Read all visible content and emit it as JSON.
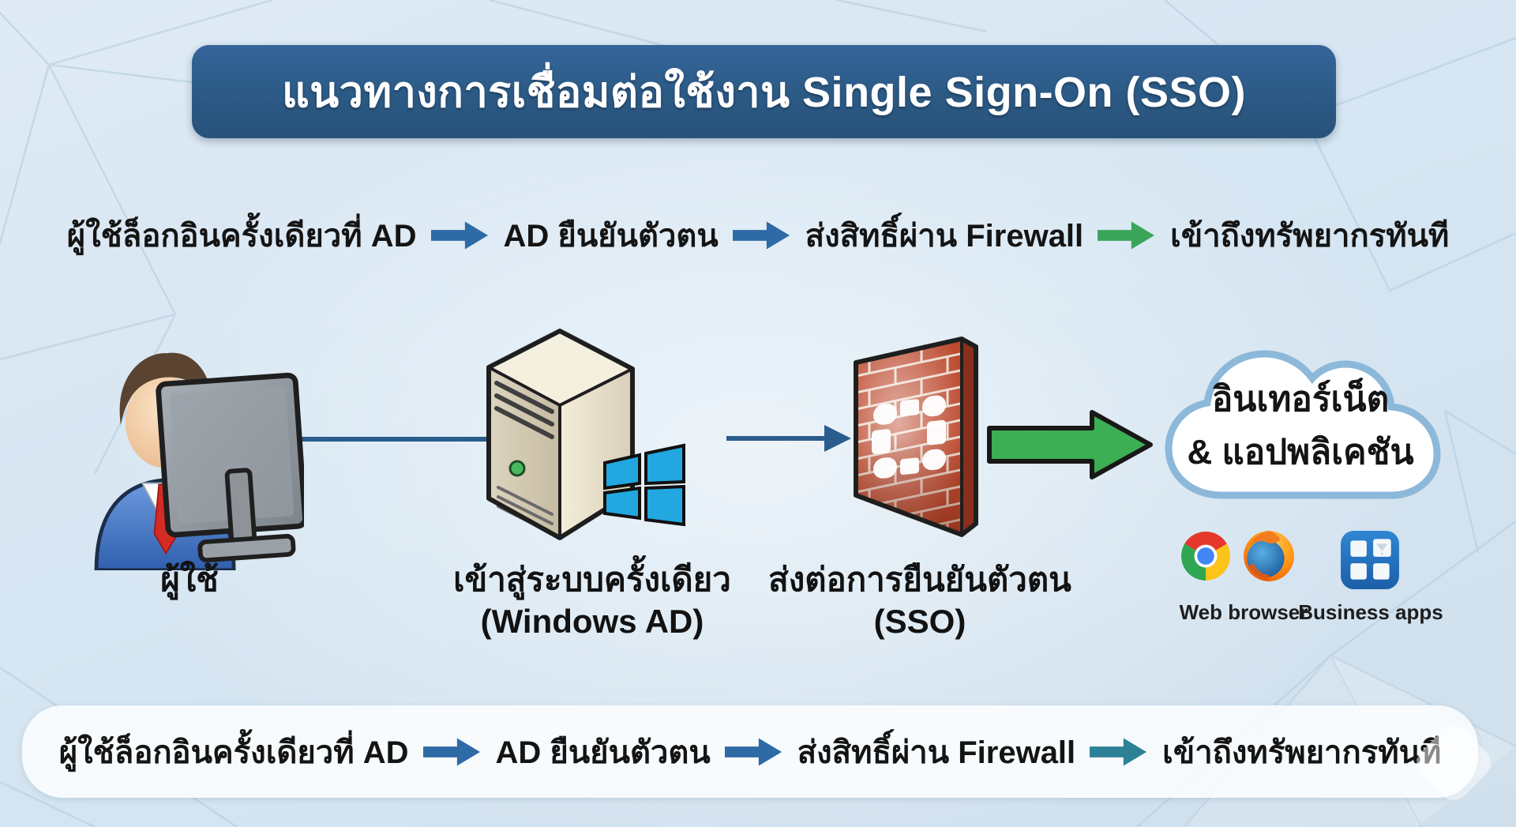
{
  "title": "แนวทางการเชื่อมต่อใช้งาน Single Sign-On (SSO)",
  "colors": {
    "banner_bg": "#2c5a85",
    "arrow_blue": "#2e6ba6",
    "arrow_green": "#3aa55a",
    "arrow_teal": "#2d8196",
    "connector_blue": "#2b5c8e",
    "big_arrow_green": "#3cae54",
    "cloud_border": "#8cb8da",
    "brick_red": "#bc4a2f",
    "windows_blue": "#22a7e0"
  },
  "flow_top": {
    "steps": [
      "ผู้ใช้ล็อกอินครั้งเดียวที่ AD",
      "AD ยืนยันตัวตน",
      "ส่งสิทธิ์ผ่าน Firewall",
      "เข้าถึงทรัพยากรทันที"
    ]
  },
  "flow_bottom": {
    "steps": [
      "ผู้ใช้ล็อกอินครั้งเดียวที่ AD",
      "AD ยืนยันตัวตน",
      "ส่งสิทธิ์ผ่าน Firewall",
      "เข้าถึงทรัพยากรทันที"
    ]
  },
  "diagram": {
    "user_label": "ผู้ใช้",
    "server_label_line1": "เข้าสู่ระบบครั้งเดียว",
    "server_label_line2": "(Windows AD)",
    "firewall_label_line1": "ส่งต่อการยืนยันตัวตน",
    "firewall_label_line2": "(SSO)",
    "cloud_label_line1": "อินเทอร์เน็ต",
    "cloud_label_line2": "& แอปพลิเคชัน",
    "browser_label": "Web browser",
    "apps_label": "Business apps"
  },
  "icons": [
    "user-at-computer-icon",
    "windows-ad-server-icon",
    "windows-logo-icon",
    "firewall-brick-icon",
    "cloud-icon",
    "chrome-icon",
    "firefox-icon",
    "business-apps-icon",
    "flow-arrow-icon",
    "green-arrow-icon"
  ]
}
